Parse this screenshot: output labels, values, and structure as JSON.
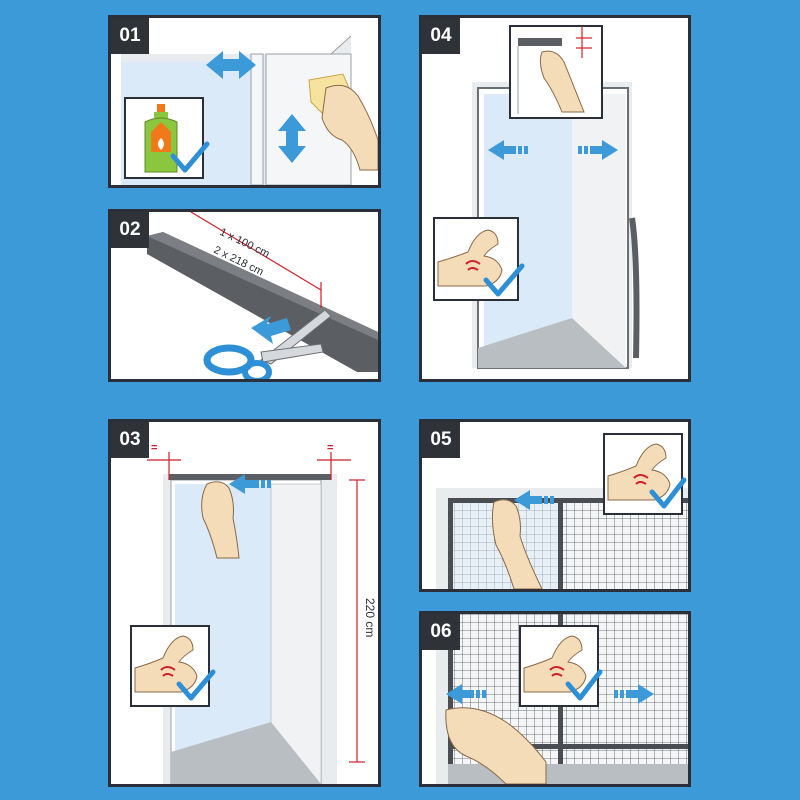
{
  "steps": [
    {
      "number": "01"
    },
    {
      "number": "02",
      "dimensions": [
        "1 x 100 cm",
        "2 x 218 cm"
      ]
    },
    {
      "number": "03",
      "equal_marks": [
        "=",
        "="
      ],
      "height": "220 cm"
    },
    {
      "number": "04"
    },
    {
      "number": "05"
    },
    {
      "number": "06"
    }
  ],
  "colors": {
    "background": "#3d9ad9",
    "panel_border": "#2b2f3a",
    "badge": "#2f3237",
    "arrow_blue": "#3d9ad9",
    "check_blue": "#2d8fd6",
    "glass": "#dbeaf8",
    "frame": "#e9ecef",
    "skin": "#f4dcb8",
    "bottle_green": "#8bc63f",
    "bottle_orange": "#f07a1a",
    "tape_grey": "#5b5f63",
    "mesh_grey": "#4a4d52",
    "dimension_red": "#d11f2b",
    "cloth_yellow": "#f7e3a0"
  },
  "icons": [
    "cleaner-bottle-icon",
    "checkmark-icon",
    "double-arrow-icon",
    "scissors-icon",
    "flexed-arm-icon",
    "hand-icon",
    "cloth-icon"
  ]
}
